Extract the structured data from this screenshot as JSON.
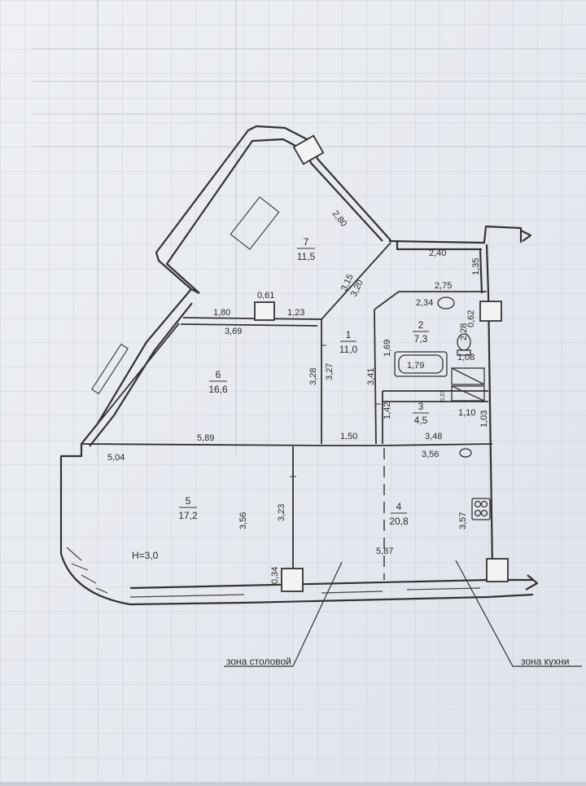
{
  "plan": {
    "rooms": [
      {
        "number": "1",
        "area": "11,0"
      },
      {
        "number": "2",
        "area": "7,3"
      },
      {
        "number": "3",
        "area": "4,5"
      },
      {
        "number": "4",
        "area": "20,8"
      },
      {
        "number": "5",
        "area": "17,2"
      },
      {
        "number": "6",
        "area": "16,6"
      },
      {
        "number": "7",
        "area": "11,5"
      }
    ],
    "dimensions": [
      "2,80",
      "2,40",
      "1,35",
      "2,75",
      "0,61",
      "1,80",
      "1,23",
      "3,15",
      "3,20",
      "3,69",
      "2,34",
      "0,62",
      "2,28",
      "1,69",
      "1,79",
      "1,08",
      "3,28",
      "3,27",
      "3,41",
      "0,37",
      "1,10",
      "1,42",
      "1,03",
      "5,89",
      "3,48",
      "5,04",
      "1,50",
      "3,56",
      "3,56",
      "3,23",
      "3,57",
      "5,87",
      "0,34"
    ],
    "ceiling_height": "H=3,0",
    "zones": {
      "dining": "зона столовой",
      "kitchen": "зона кухни"
    }
  }
}
